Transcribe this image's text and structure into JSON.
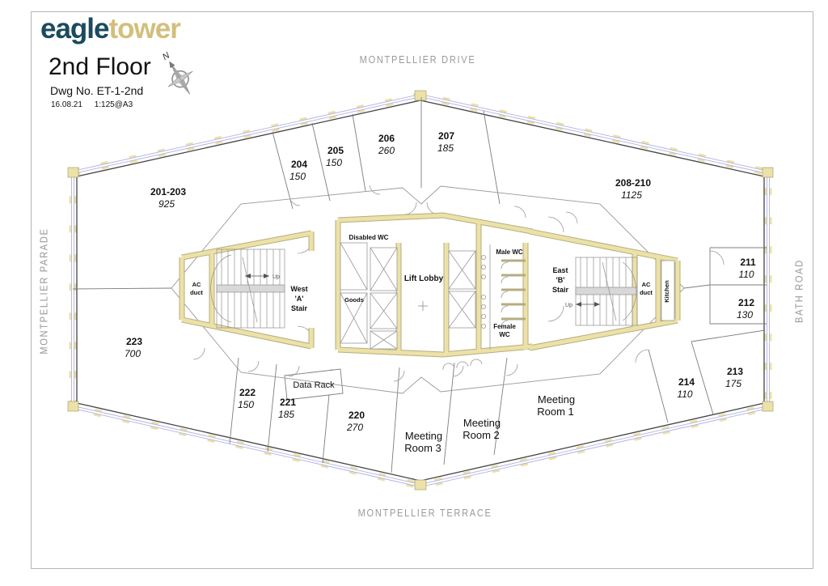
{
  "header": {
    "logo_part1": "eagle",
    "logo_part2": "tower",
    "title": "2nd Floor",
    "dwg_no": "Dwg No. ET-1-2nd",
    "date": "16.08.21",
    "scale": "1:125@A3",
    "north_label": "N"
  },
  "streets": {
    "top": "MONTPELLIER DRIVE",
    "bottom": "MONTPELLIER TERRACE",
    "left": "MONTPELLIER PARADE",
    "right": "BATH ROAD"
  },
  "rooms": [
    {
      "number": "201-203",
      "area": "925"
    },
    {
      "number": "204",
      "area": "150"
    },
    {
      "number": "205",
      "area": "150"
    },
    {
      "number": "206",
      "area": "260"
    },
    {
      "number": "207",
      "area": "185"
    },
    {
      "number": "208-210",
      "area": "1125"
    },
    {
      "number": "211",
      "area": "110"
    },
    {
      "number": "212",
      "area": "130"
    },
    {
      "number": "213",
      "area": "175"
    },
    {
      "number": "214",
      "area": "110"
    },
    {
      "number": "220",
      "area": "270"
    },
    {
      "number": "221",
      "area": "185"
    },
    {
      "number": "222",
      "area": "150"
    },
    {
      "number": "223",
      "area": "700"
    }
  ],
  "meeting_rooms": [
    {
      "line1": "Meeting",
      "line2": "Room 1"
    },
    {
      "line1": "Meeting",
      "line2": "Room 2"
    },
    {
      "line1": "Meeting",
      "line2": "Room 3"
    }
  ],
  "core": {
    "lift_lobby": "Lift Lobby",
    "disabled_wc": "Disabled WC",
    "male_wc": "Male WC",
    "female_wc_line1": "Female",
    "female_wc_line2": "WC",
    "goods": "Goods",
    "west_stair": {
      "l1": "West",
      "l2": "'A'",
      "l3": "Stair"
    },
    "east_stair": {
      "l1": "East",
      "l2": "'B'",
      "l3": "Stair"
    },
    "ac_duct_l1": "AC",
    "ac_duct_l2": "duct",
    "kitchen": "Kitchen",
    "data_rack": "Data Rack",
    "up": "Up"
  },
  "colors": {
    "logo_eagle": "#1b4a5e",
    "logo_tower": "#d3bf7b",
    "wall_tan": "#ece1a6",
    "wall_tan_edge": "#b5ad80",
    "glazing_blue": "#b0b0e4",
    "line_dark": "#444444",
    "line_gray": "#888888",
    "street_gray": "#9a9a9a"
  }
}
